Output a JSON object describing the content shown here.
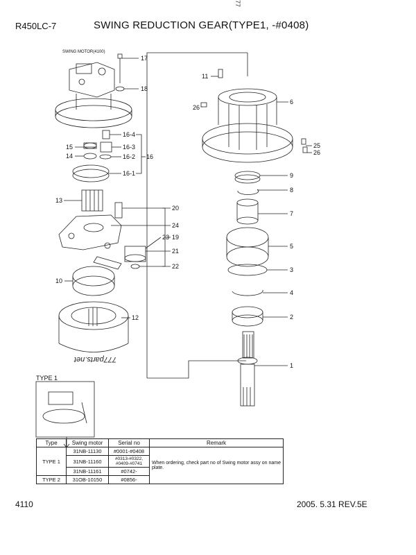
{
  "header": {
    "model": "R450LC-7",
    "title": "SWING REDUCTION GEAR(TYPE1, -#0408)",
    "corner_mark": "77"
  },
  "diagram": {
    "swing_motor_label": "SWING MOTOR(4100)",
    "watermark": "777parts.net",
    "callouts": [
      "17",
      "18",
      "16-4",
      "15",
      "16-3",
      "14",
      "16-2",
      "16",
      "16-1",
      "13",
      "20",
      "24",
      "19",
      "23",
      "21",
      "22",
      "10",
      "12",
      "11",
      "6",
      "26",
      "25",
      "26",
      "9",
      "8",
      "7",
      "5",
      "3",
      "4",
      "2",
      "1"
    ]
  },
  "type1_label": "TYPE 1",
  "table": {
    "headers": [
      "Type",
      "Swing motor",
      "Serial no",
      "Remark"
    ],
    "rows": [
      {
        "type": "",
        "motor": "31NB-11130",
        "serial": "#0001-#0408"
      },
      {
        "type": "TYPE 1",
        "motor": "31NB-11160",
        "serial": "#0313-#0322,\n#0409-#0741"
      },
      {
        "type": "",
        "motor": "31NB-11161",
        "serial": "#0742-"
      },
      {
        "type": "TYPE 2",
        "motor": "31OB-10150",
        "serial": "#0856-"
      }
    ],
    "remark": "When ordering, check part no of Swing motor assy on name plate."
  },
  "footer": {
    "page": "4110",
    "date_rev": "2005. 5.31  REV.5E"
  }
}
